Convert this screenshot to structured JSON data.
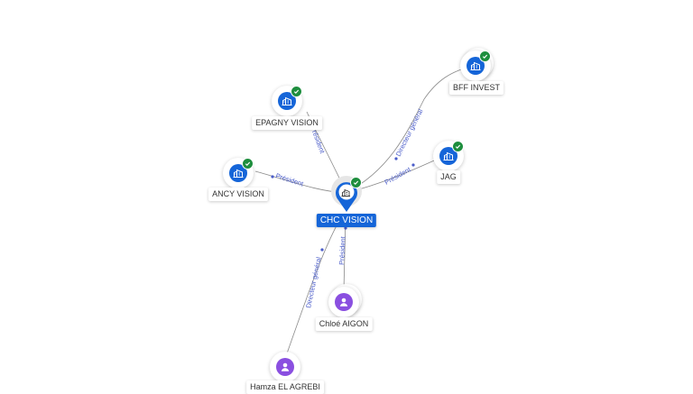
{
  "center": {
    "label": "CHC VISION",
    "icon": "building-icon"
  },
  "companies": [
    {
      "id": "epagny",
      "label": "EPAGNY VISION",
      "verified": true
    },
    {
      "id": "ancy",
      "label": "ANCY VISION",
      "verified": true
    },
    {
      "id": "bff",
      "label": "BFF INVEST",
      "verified": true
    },
    {
      "id": "jag",
      "label": "JAG",
      "verified": true
    }
  ],
  "people": [
    {
      "id": "chloe",
      "label": "Chloé AIGON"
    },
    {
      "id": "hamza",
      "label": "Hamza EL AGREBI"
    }
  ],
  "edges": [
    {
      "id": "epagny",
      "label": "Président"
    },
    {
      "id": "ancy",
      "label": "Président"
    },
    {
      "id": "bff",
      "label": "Directeur général"
    },
    {
      "id": "jag",
      "label": "Président"
    },
    {
      "id": "chloe",
      "label": "Président"
    },
    {
      "id": "hamza",
      "label": "Directeur général"
    }
  ],
  "colors": {
    "company": "#1565d8",
    "person": "#8a4fe0",
    "verified": "#1e8e3e",
    "edge_label": "#4a5cc9"
  }
}
